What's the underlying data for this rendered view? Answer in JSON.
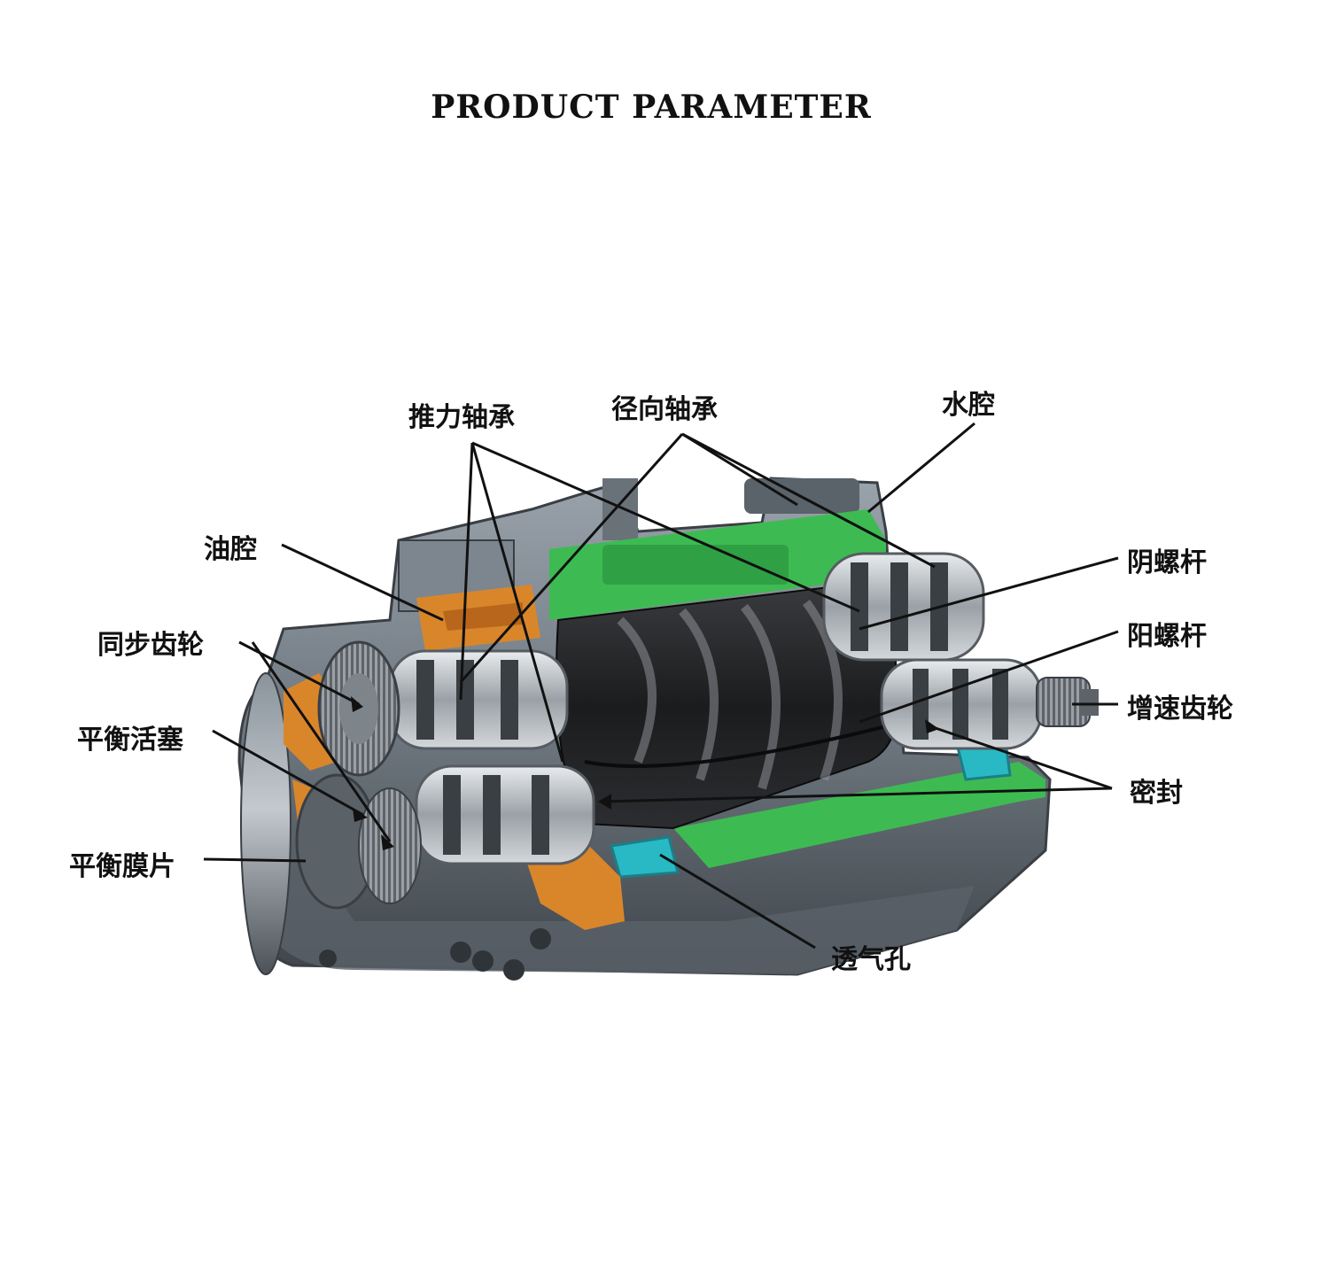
{
  "title": "PRODUCT PARAMETER",
  "labels": {
    "thrust_bearing": "推力轴承",
    "radial_bearing": "径向轴承",
    "water_chamber": "水腔",
    "oil_chamber": "油腔",
    "female_rotor": "阴螺杆",
    "male_rotor": "阳螺杆",
    "timing_gear": "同步齿轮",
    "speed_up_gear": "增速齿轮",
    "balance_piston": "平衡活塞",
    "seal": "密封",
    "balance_diaphragm": "平衡膜片",
    "vent_hole": "透气孔"
  },
  "colors": {
    "housing": "#6f7880",
    "housing_dark": "#4a5158",
    "water_green": "#3dbb52",
    "oil_orange": "#d9862b",
    "vent_cyan": "#29b9c4",
    "rotor_black": "#1c1c1e",
    "bearing_silver": "#b9bec4"
  }
}
